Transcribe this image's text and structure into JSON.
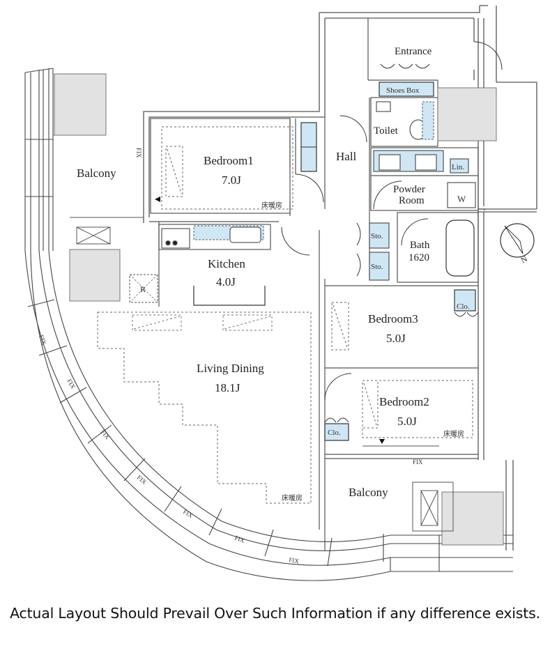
{
  "rooms": {
    "entrance": "Entrance",
    "shoes_box": "Shoes Box",
    "toilet": "Toilet",
    "hall": "Hall",
    "bedroom1_name": "Bedroom1",
    "bedroom1_size": "7.0J",
    "balcony_top": "Balcony",
    "powder_room_line1": "Powder",
    "powder_room_line2": "Room",
    "linen": "Lin.",
    "washer": "W",
    "bath_name": "Bath",
    "bath_size": "1620",
    "kitchen_name": "Kitchen",
    "kitchen_size": "4.0J",
    "refrigerator": "R",
    "bedroom3_name": "Bedroom3",
    "bedroom3_size": "5.0J",
    "living_name": "Living Dining",
    "living_size": "18.1J",
    "bedroom2_name": "Bedroom2",
    "bedroom2_size": "5.0J",
    "balcony_bottom": "Balcony"
  },
  "storage": {
    "closet": "Clo.",
    "storage": "Sto."
  },
  "notes": {
    "floor_heating": "床暖房",
    "fix": "FIX",
    "compass_north": "N"
  },
  "disclaimer": "Actual Layout Should Prevail Over Such Information if any difference exists.",
  "colors": {
    "wall": "#9a9a9a",
    "line": "#333333",
    "storage_fill": "#cfe6f5",
    "gray_block": "#e2e2e2"
  }
}
